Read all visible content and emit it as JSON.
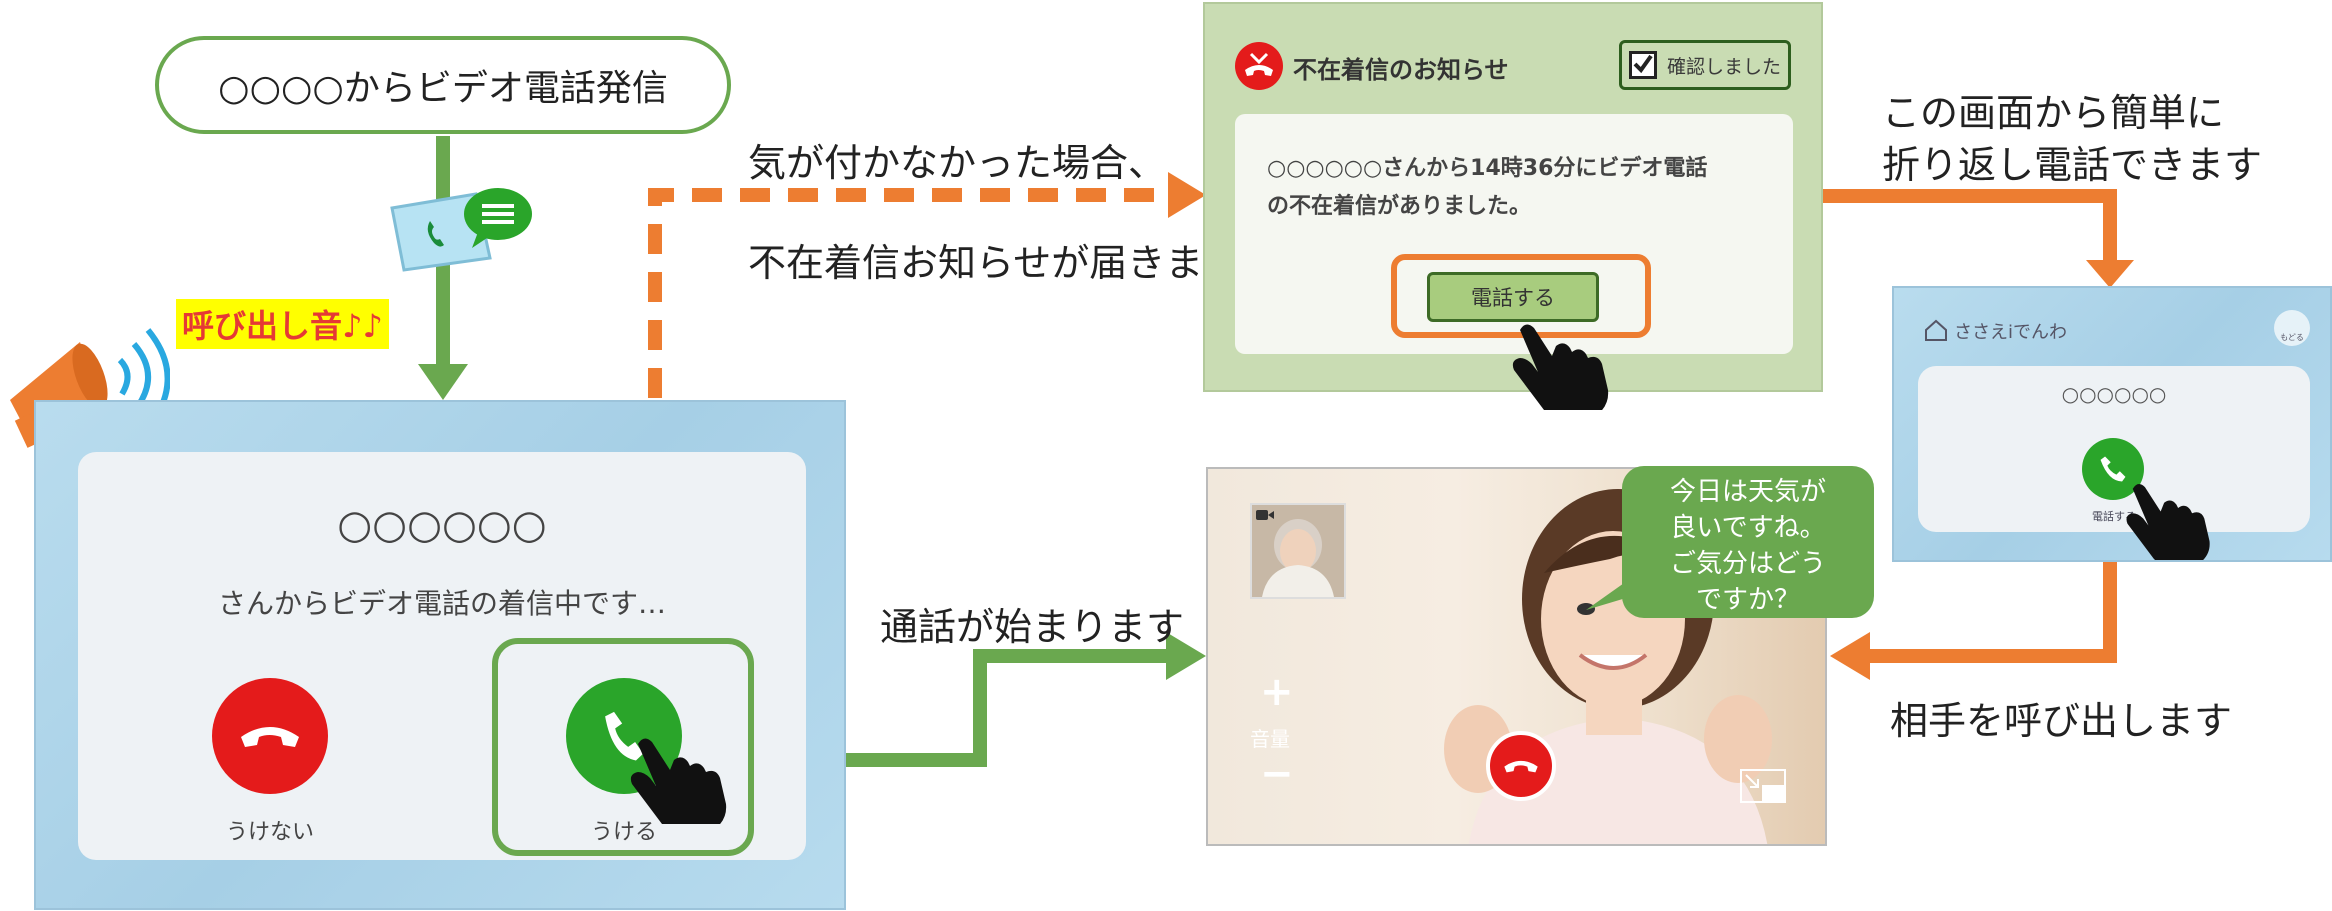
{
  "start_label": "○○○○からビデオ電話発信",
  "ringtone_label": "呼び出し音♪♪",
  "missed_note": {
    "line1": "気が付かなかった場合、",
    "line2": "不在着信お知らせが届きます"
  },
  "call_starts": "通話が始まります",
  "callback_note": {
    "line1": "この画面から簡単に",
    "line2": "折り返し電話できます"
  },
  "call_other": "相手を呼び出します",
  "incoming": {
    "caller": "○○○○○○",
    "message": "さんからビデオ電話の着信中です…",
    "decline_label": "うけない",
    "accept_label": "うける"
  },
  "notification": {
    "title": "不在着信のお知らせ",
    "confirm_label": "確認しました",
    "message1": "○○○○○○さんから14時36分にビデオ電話",
    "message2": "の不在着信がありました。",
    "call_label": "電話する"
  },
  "phone_app": {
    "brand": "ささえiでんわ",
    "back_label": "もどる",
    "contact": "○○○○○○",
    "call_label": "電話する"
  },
  "video": {
    "speech": [
      "今日は天気が",
      "良いですね。",
      "ご気分はどう",
      "ですか？"
    ],
    "volume_plus": "+",
    "volume_label": "音量",
    "volume_minus": "−"
  },
  "colors": {
    "green": "#6aa84f",
    "orange": "#ed7d31",
    "red": "#e41b1b",
    "call_green": "#2aa52a"
  }
}
